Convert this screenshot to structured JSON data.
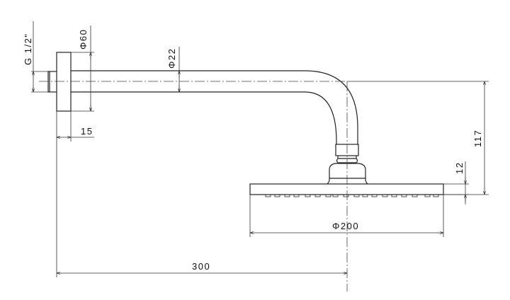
{
  "dimensions": {
    "thread": "G 1/2\"",
    "flange_diameter": "Φ60",
    "pipe_diameter": "Φ22",
    "flange_thickness": "15",
    "drop_height": "117",
    "head_thickness": "12",
    "head_diameter": "Φ200",
    "arm_length": "300"
  }
}
